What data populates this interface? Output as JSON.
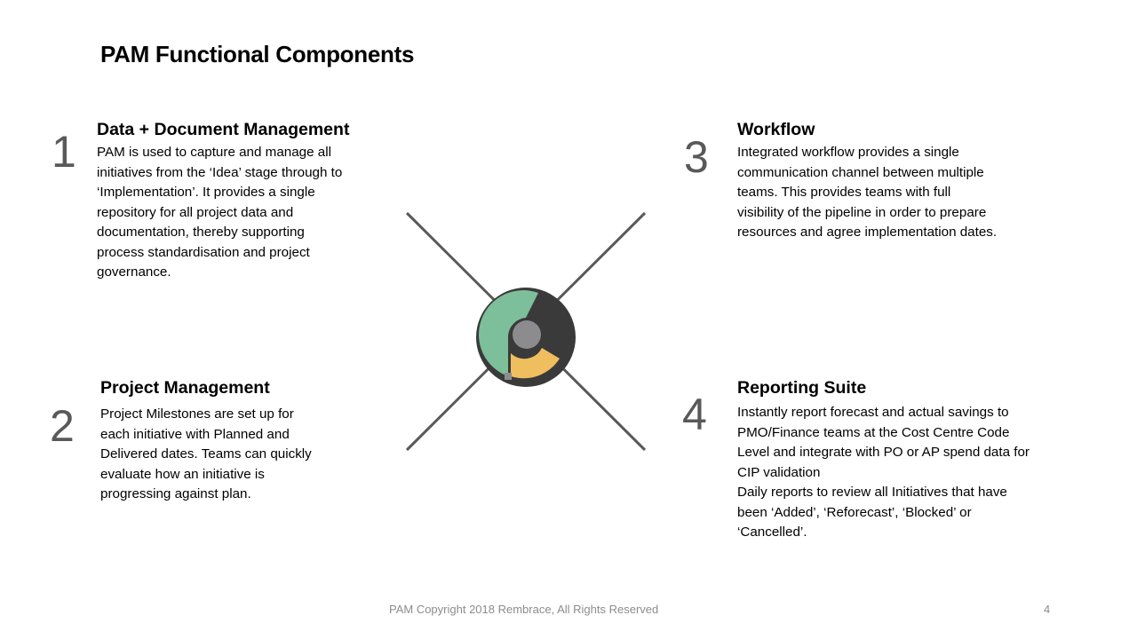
{
  "title": "PAM Functional Components",
  "sections": [
    {
      "number": "1",
      "heading": "Data + Document Management",
      "lines": [
        "PAM is used to capture and manage all",
        "initiatives from the ‘Idea’ stage through to",
        "‘Implementation’. It provides a single",
        "repository for all project data and",
        "documentation, thereby supporting",
        "process standardisation and project",
        "governance."
      ]
    },
    {
      "number": "2",
      "heading": "Project Management",
      "lines": [
        "Project  Milestones are set up for",
        "each initiative with Planned and",
        "Delivered dates. Teams can quickly",
        "evaluate how an initiative is",
        "progressing against plan."
      ]
    },
    {
      "number": "3",
      "heading": "Workflow",
      "lines": [
        "Integrated workflow provides a single",
        "communication channel between multiple",
        "teams. This provides teams with full",
        "visibility of the pipeline in order to prepare",
        "resources and agree implementation dates."
      ]
    },
    {
      "number": "4",
      "heading": "Reporting Suite",
      "lines": [
        "Instantly report forecast and actual savings to",
        "PMO/Finance teams at the Cost Centre Code",
        "Level and integrate with PO or AP spend data for",
        "CIP validation",
        "Daily reports to review all Initiatives that have",
        "been ‘Added’, ‘Reforecast’, ‘Blocked’ or",
        "‘Cancelled’."
      ]
    }
  ],
  "footer": {
    "copyright": "PAM Copyright 2018 Rembrace, All Rights Reserved",
    "page_number": "4"
  },
  "colors": {
    "line": "#595959",
    "logo_dark": "#3a3a3a",
    "logo_green": "#7dbf9a",
    "logo_orange": "#efbe5f",
    "logo_gray": "#8c8c8e"
  }
}
